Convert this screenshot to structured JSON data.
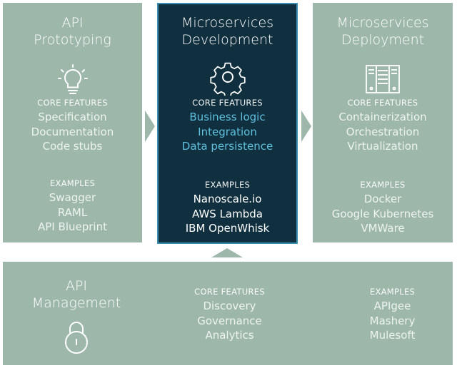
{
  "prototyping": {
    "title_line1": "API",
    "title_line2": "Prototyping",
    "features_label": "CORE FEATURES",
    "features": [
      "Specification",
      "Documentation",
      "Code stubs"
    ],
    "examples_label": "EXAMPLES",
    "examples": [
      "Swagger",
      "RAML",
      "API Blueprint"
    ],
    "icon": "lightbulb-icon"
  },
  "development": {
    "title_line1": "Microservices",
    "title_line2": "Development",
    "features_label": "CORE FEATURES",
    "features": [
      "Business logic",
      "Integration",
      "Data persistence"
    ],
    "examples_label": "EXAMPLES",
    "examples": [
      "Nanoscale.io",
      "AWS Lambda",
      "IBM OpenWhisk"
    ],
    "icon": "gear-icon"
  },
  "deployment": {
    "title_line1": "Microservices",
    "title_line2": "Deployment",
    "features_label": "CORE FEATURES",
    "features": [
      "Containerization",
      "Orchestration",
      "Virtualization"
    ],
    "examples_label": "EXAMPLES",
    "examples": [
      "Docker",
      "Google Kubernetes",
      "VMWare"
    ],
    "icon": "server-icon"
  },
  "management": {
    "title_line1": "API",
    "title_line2": "Management",
    "features_label": "CORE FEATURES",
    "features": [
      "Discovery",
      "Governance",
      "Analytics"
    ],
    "examples_label": "EXAMPLES",
    "examples": [
      "APIgee",
      "Mashery",
      "Mulesoft"
    ],
    "icon": "lock-icon"
  },
  "colors": {
    "panel_green": "#9db8aa",
    "panel_dark": "#10303f",
    "highlight_text": "#5fc0df",
    "border_accent": "#3a8fb0"
  }
}
